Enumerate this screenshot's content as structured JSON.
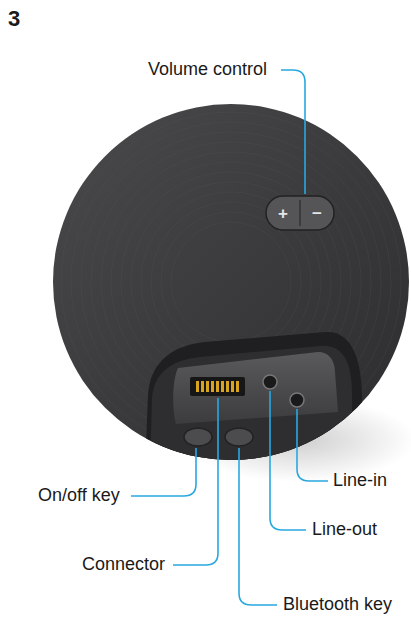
{
  "diagram": {
    "labels": [
      "3",
      "Volume control",
      "+",
      "−",
      "On/off key",
      "Connector",
      "Line-in",
      "Line-out",
      "Bluetooth key"
    ]
  }
}
